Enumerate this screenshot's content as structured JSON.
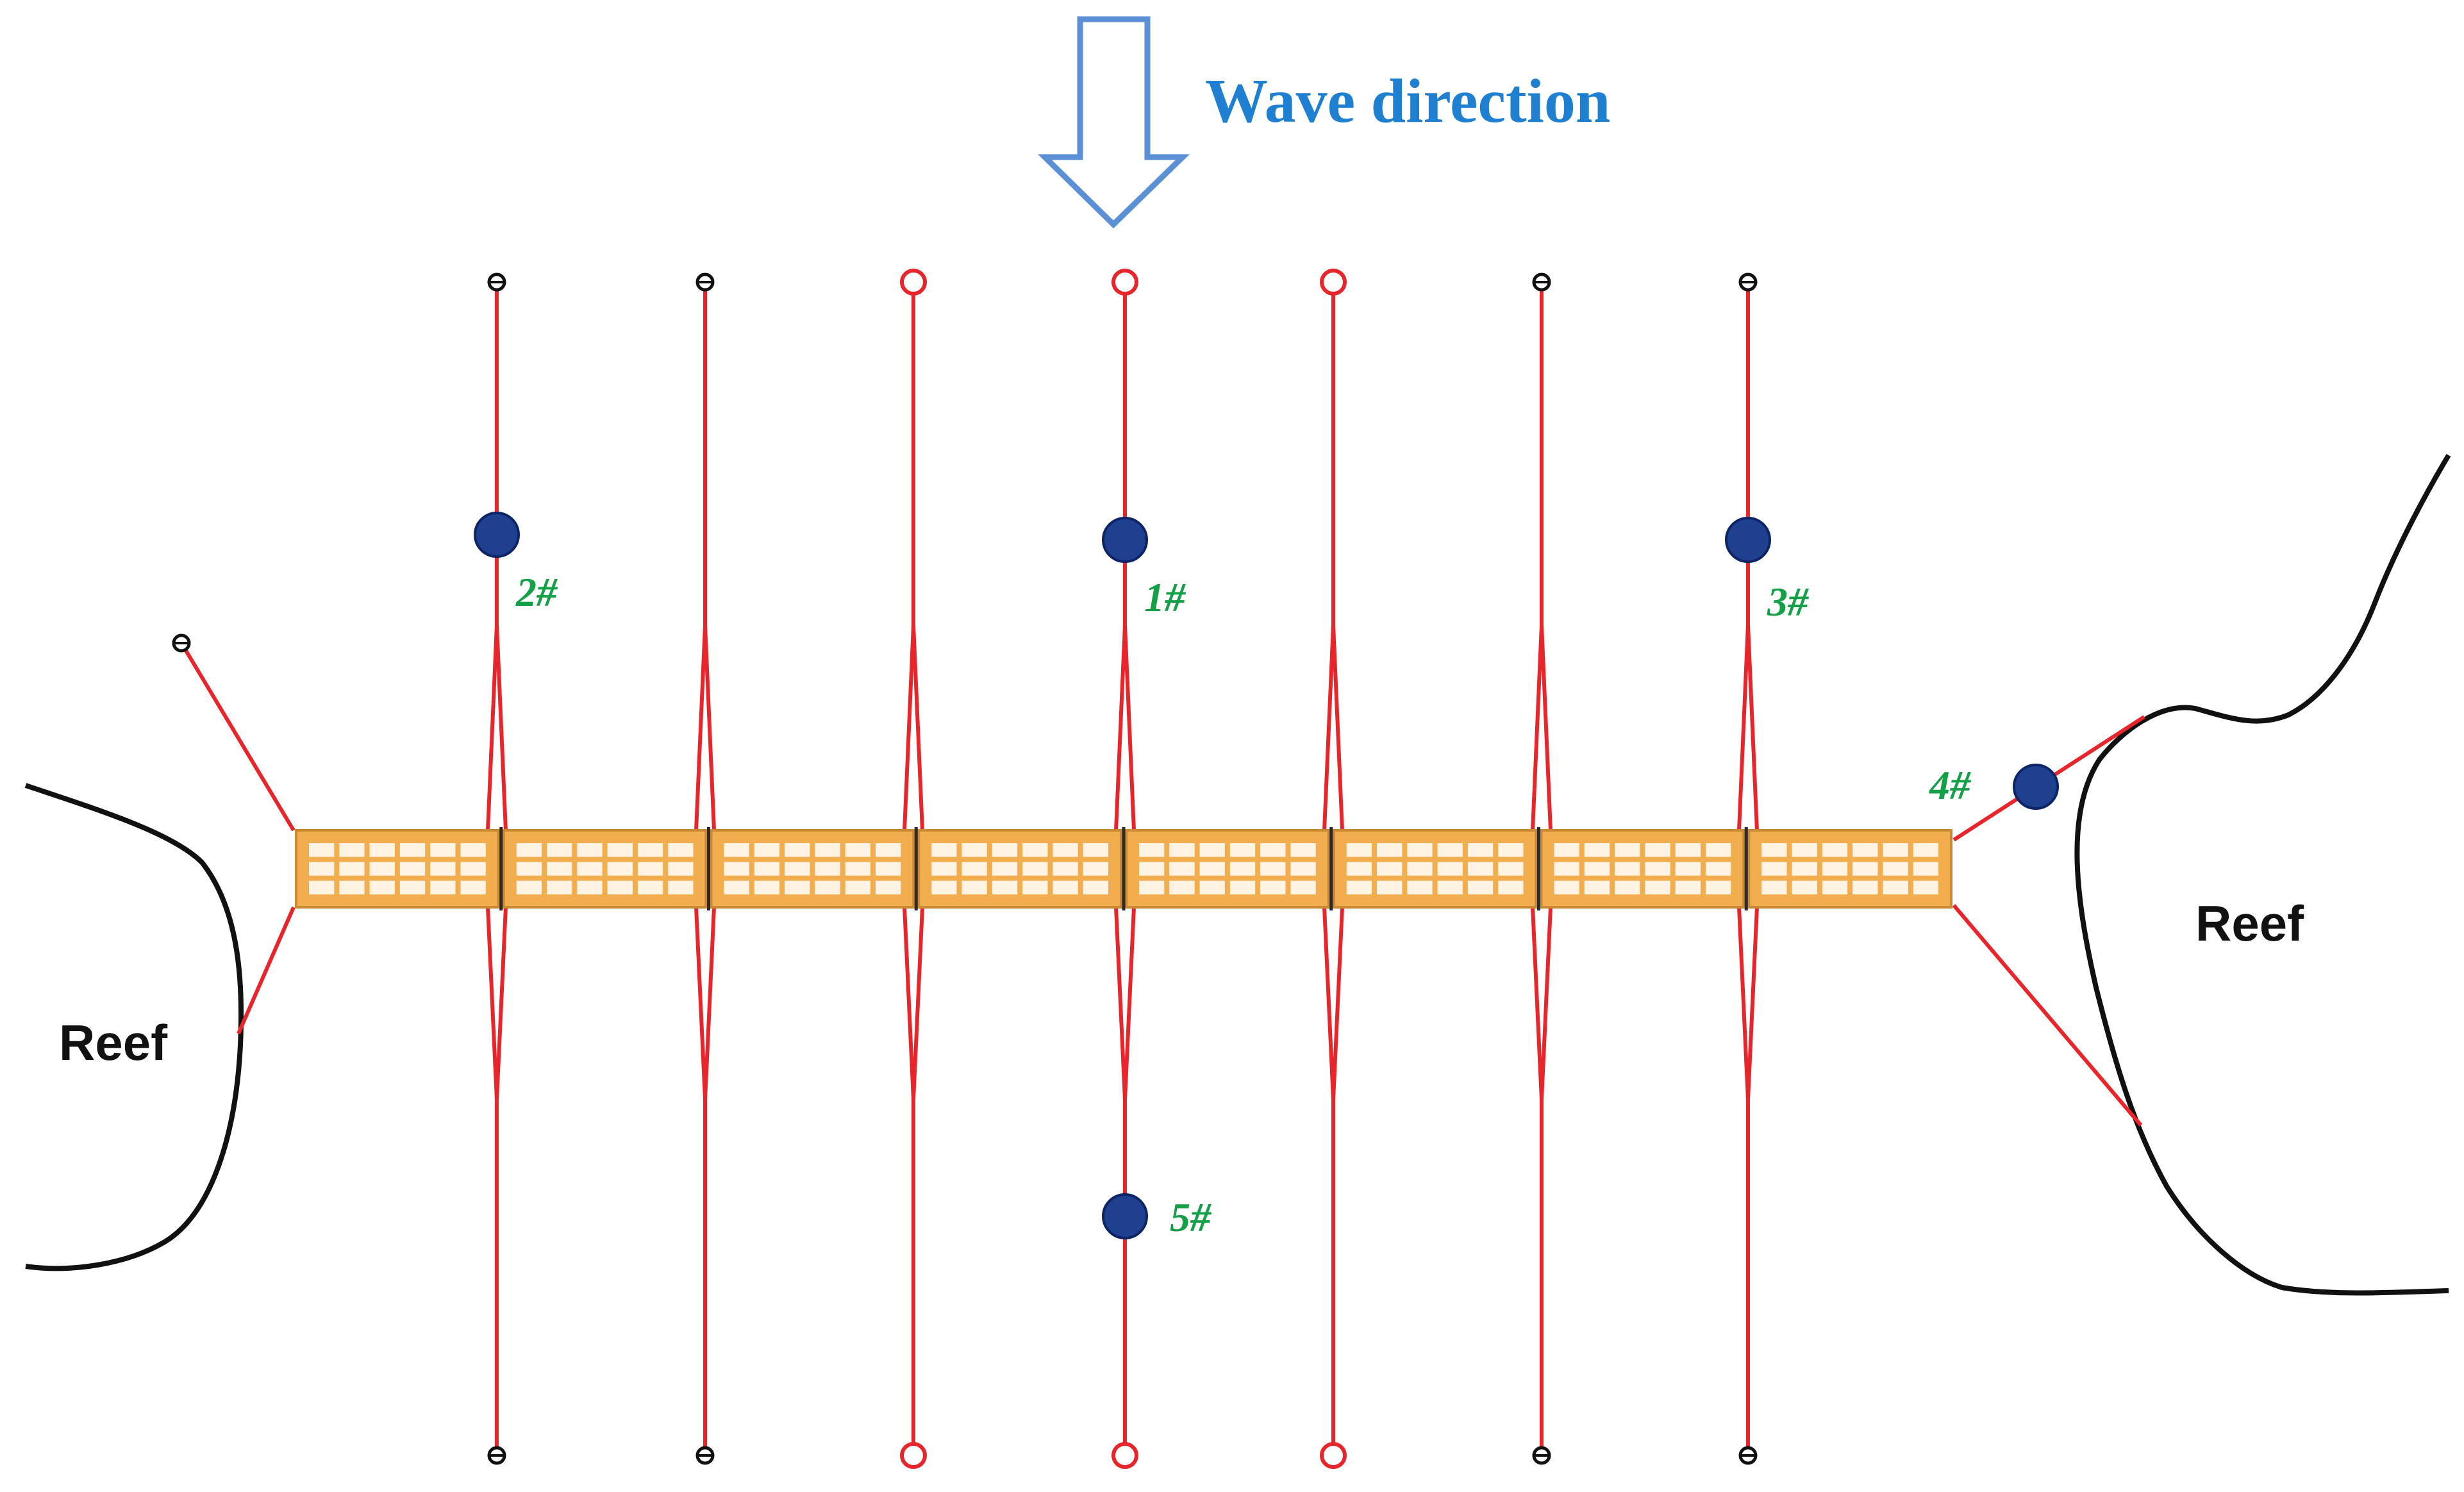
{
  "title": "Wave  direction",
  "reef_left": "Reef",
  "reef_right": "Reef",
  "buoys": [
    {
      "id": "1#"
    },
    {
      "id": "2#"
    },
    {
      "id": "3#"
    },
    {
      "id": "4#"
    },
    {
      "id": "5#"
    }
  ],
  "colors": {
    "mooring_line": "#e8252a",
    "buoy": "#1f3f8f",
    "buoy_label": "#14a046",
    "title": "#1f7fd0",
    "arrow": "#5b8fd6",
    "reef_outline": "#111111",
    "pontoon_fill": "#f2ad4e",
    "pontoon_grid": "#fff4e3"
  },
  "icons": {
    "wave_arrow": "down-arrow-outline-icon",
    "anchor_circle": "red-circle-anchor-icon",
    "anchor_small": "black-anchor-icon",
    "buoy": "blue-dot-icon"
  }
}
